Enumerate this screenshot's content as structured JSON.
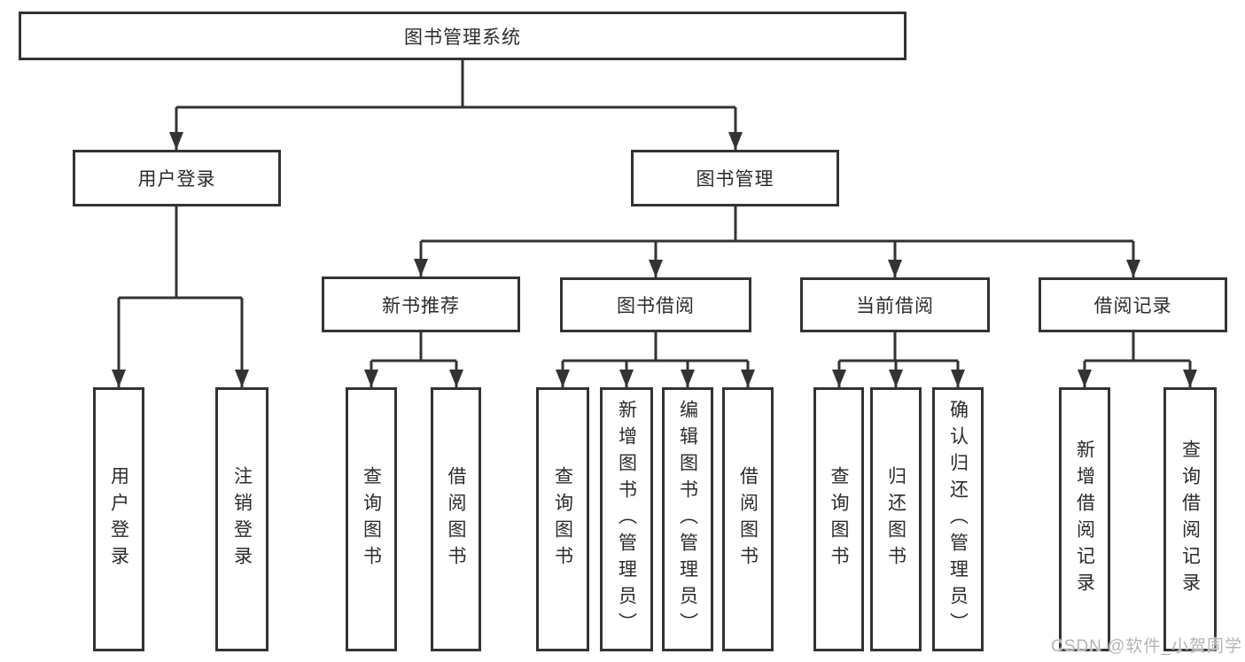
{
  "diagram_type": "feature-tree",
  "tree": {
    "root": {
      "label": "图书管理系统"
    },
    "branches": [
      {
        "label": "用户登录",
        "leaves": [
          {
            "label": "用户登录"
          },
          {
            "label": "注销登录"
          }
        ]
      },
      {
        "label": "图书管理",
        "groups": [
          {
            "label": "新书推荐",
            "leaves": [
              {
                "label": "查询图书"
              },
              {
                "label": "借阅图书"
              }
            ]
          },
          {
            "label": "图书借阅",
            "leaves": [
              {
                "label": "查询图书"
              },
              {
                "label": "新增图书（管理员）"
              },
              {
                "label": "编辑图书（管理员）"
              },
              {
                "label": "借阅图书"
              }
            ]
          },
          {
            "label": "当前借阅",
            "leaves": [
              {
                "label": "查询图书"
              },
              {
                "label": "归还图书"
              },
              {
                "label": "确认归还（管理员）"
              }
            ]
          },
          {
            "label": "借阅记录",
            "leaves": [
              {
                "label": "新增借阅记录"
              },
              {
                "label": "查询借阅记录"
              }
            ]
          }
        ]
      }
    ]
  },
  "watermark": {
    "text": "CSDN @软件_小贺同学"
  },
  "colors": {
    "line": "#333333",
    "box_border": "#333333",
    "text": "#2b2b2b",
    "watermark": "#b5b5b5",
    "background": "#ffffff"
  }
}
